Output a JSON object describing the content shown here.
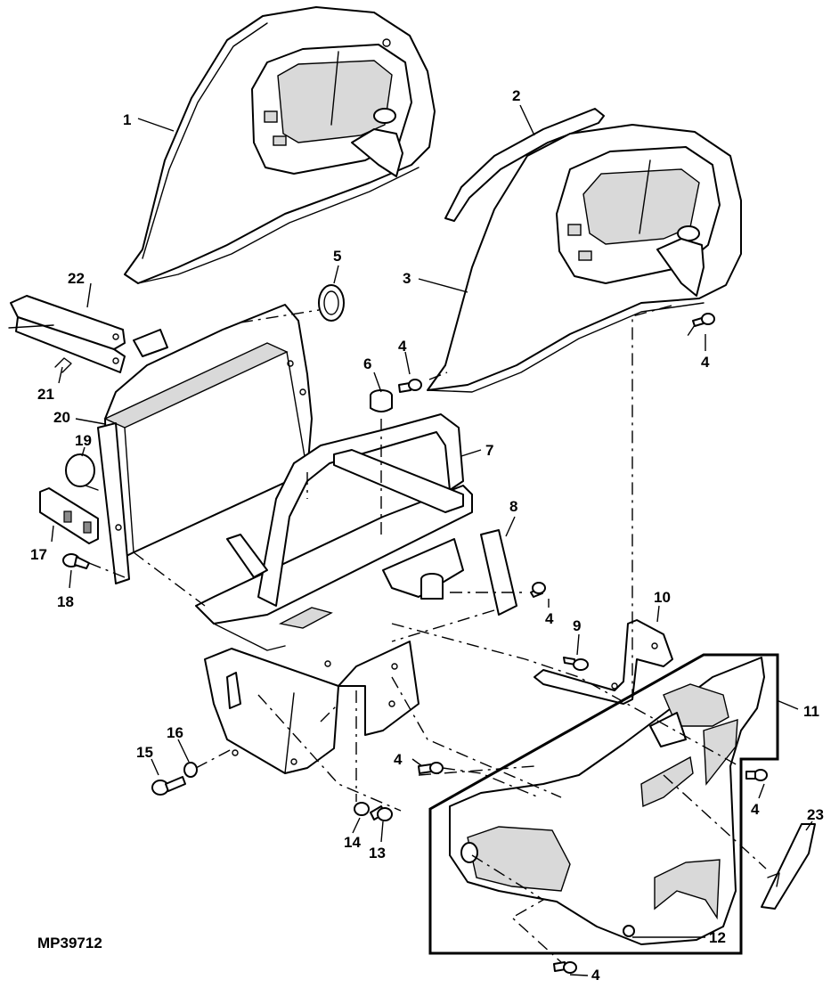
{
  "figure_id": "MP39712",
  "callouts": {
    "c1": "1",
    "c2": "2",
    "c3": "3",
    "c4a": "4",
    "c4b": "4",
    "c4c": "4",
    "c4d": "4",
    "c4e": "4",
    "c4f": "4",
    "c5": "5",
    "c6": "6",
    "c7": "7",
    "c8": "8",
    "c9": "9",
    "c10": "10",
    "c11": "11",
    "c12": "12",
    "c13": "13",
    "c14": "14",
    "c15": "15",
    "c16": "16",
    "c17": "17",
    "c18": "18",
    "c19": "19",
    "c20": "20",
    "c21": "21",
    "c22": "22",
    "c23": "23"
  }
}
